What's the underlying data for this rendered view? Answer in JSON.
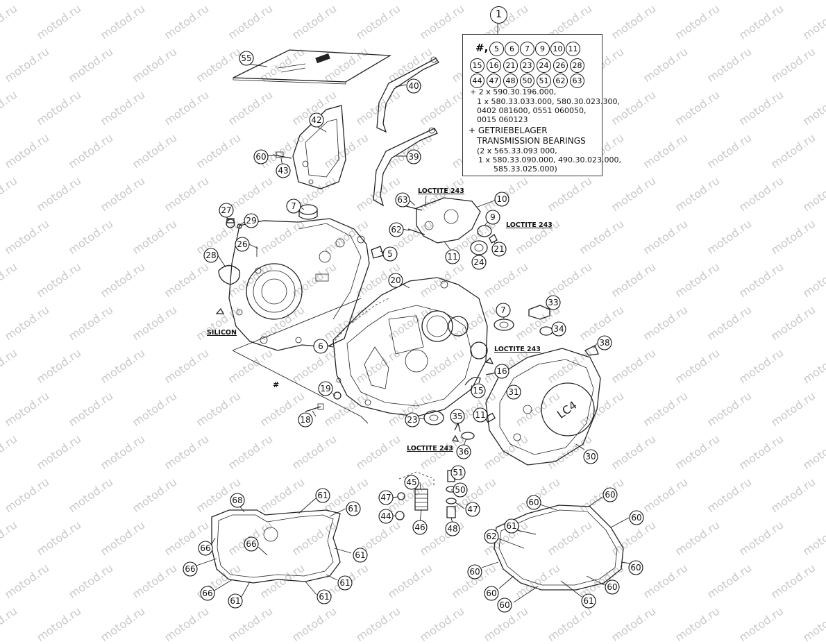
{
  "watermark": "motod.ru",
  "info_box": {
    "title": "#,",
    "refs": [
      "5",
      "6",
      "7",
      "9",
      "10",
      "11",
      "15",
      "16",
      "21",
      "23",
      "24",
      "26",
      "28",
      "44",
      "47",
      "48",
      "50",
      "51",
      "62",
      "63"
    ],
    "lines": [
      "+ 2 x 590.30.196.000,",
      "1 x 580.33.033.000, 580.30.023.300,",
      "0402 081600, 0551 060050,",
      "0015 060123",
      "+ GETRIEBELAGER",
      "TRANSMISSION BEARINGS",
      "(2 x 565.33.093 000,",
      "1 x 580.33.090.000, 490.30.023.000,",
      "585.33.025.000)"
    ]
  },
  "top_ref": "1",
  "annotations": {
    "loctite_1": "LOCTITE 243",
    "loctite_2": "LOCTITE 243",
    "loctite_3": "LOCTITE 243",
    "loctite_4": "LOCTITE 243",
    "silicon": "SILICON",
    "hash": "#"
  },
  "callouts": [
    {
      "id": "c55",
      "n": "55"
    },
    {
      "id": "c40",
      "n": "40"
    },
    {
      "id": "c39",
      "n": "39"
    },
    {
      "id": "c42",
      "n": "42"
    },
    {
      "id": "c60a",
      "n": "60"
    },
    {
      "id": "c43",
      "n": "43"
    },
    {
      "id": "c27",
      "n": "27"
    },
    {
      "id": "c29",
      "n": "29"
    },
    {
      "id": "c7a",
      "n": "7"
    },
    {
      "id": "c26",
      "n": "26"
    },
    {
      "id": "c28",
      "n": "28"
    },
    {
      "id": "c5",
      "n": "5"
    },
    {
      "id": "c63",
      "n": "63"
    },
    {
      "id": "c10",
      "n": "10"
    },
    {
      "id": "c9",
      "n": "9"
    },
    {
      "id": "c62a",
      "n": "62"
    },
    {
      "id": "c21",
      "n": "21"
    },
    {
      "id": "c11a",
      "n": "11"
    },
    {
      "id": "c24",
      "n": "24"
    },
    {
      "id": "c20",
      "n": "20"
    },
    {
      "id": "c33",
      "n": "33"
    },
    {
      "id": "c7b",
      "n": "7"
    },
    {
      "id": "c34",
      "n": "34"
    },
    {
      "id": "c6",
      "n": "6"
    },
    {
      "id": "c38",
      "n": "38"
    },
    {
      "id": "c16",
      "n": "16"
    },
    {
      "id": "c31",
      "n": "31"
    },
    {
      "id": "c19",
      "n": "19"
    },
    {
      "id": "c15",
      "n": "15"
    },
    {
      "id": "c18",
      "n": "18"
    },
    {
      "id": "c23",
      "n": "23"
    },
    {
      "id": "c35",
      "n": "35"
    },
    {
      "id": "c11b",
      "n": "11"
    },
    {
      "id": "c30",
      "n": "30"
    },
    {
      "id": "c36",
      "n": "36"
    },
    {
      "id": "c45",
      "n": "45"
    },
    {
      "id": "c51",
      "n": "51"
    },
    {
      "id": "c50",
      "n": "50"
    },
    {
      "id": "c47a",
      "n": "47"
    },
    {
      "id": "c47b",
      "n": "47"
    },
    {
      "id": "c44",
      "n": "44"
    },
    {
      "id": "c46",
      "n": "46"
    },
    {
      "id": "c48",
      "n": "48"
    },
    {
      "id": "c68",
      "n": "68"
    },
    {
      "id": "c61a",
      "n": "61"
    },
    {
      "id": "c61b",
      "n": "61"
    },
    {
      "id": "c66a",
      "n": "66"
    },
    {
      "id": "c66b",
      "n": "66"
    },
    {
      "id": "c61c",
      "n": "61"
    },
    {
      "id": "c66c",
      "n": "66"
    },
    {
      "id": "c66d",
      "n": "66"
    },
    {
      "id": "c61d",
      "n": "61"
    },
    {
      "id": "c61e",
      "n": "61"
    },
    {
      "id": "c61f",
      "n": "61"
    },
    {
      "id": "c60b",
      "n": "60"
    },
    {
      "id": "c60c",
      "n": "60"
    },
    {
      "id": "c60d",
      "n": "60"
    },
    {
      "id": "c61g",
      "n": "61"
    },
    {
      "id": "c62b",
      "n": "62"
    },
    {
      "id": "c60e",
      "n": "60"
    },
    {
      "id": "c60f",
      "n": "60"
    },
    {
      "id": "c60g",
      "n": "60"
    },
    {
      "id": "c60h",
      "n": "60"
    },
    {
      "id": "c60i",
      "n": "60"
    },
    {
      "id": "c61h",
      "n": "61"
    }
  ]
}
